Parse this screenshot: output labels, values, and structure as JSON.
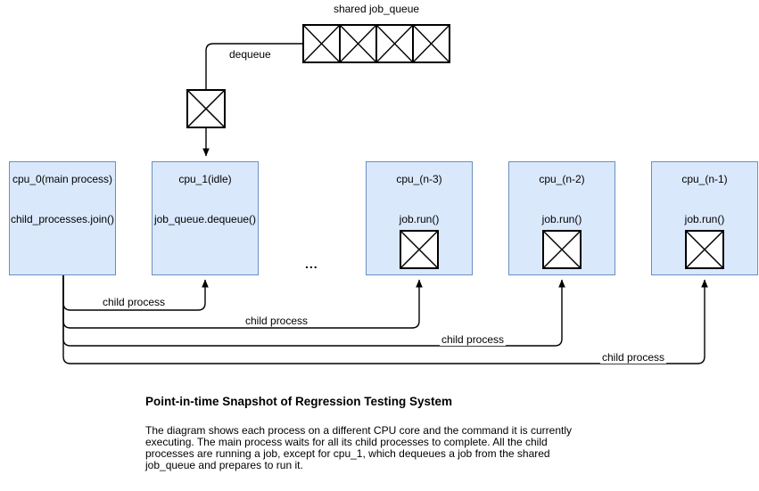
{
  "diagram": {
    "queue": {
      "label": "shared job_queue",
      "cell_count": 4
    },
    "dequeue_label": "dequeue",
    "ellipsis": "...",
    "cpus": [
      {
        "title": "cpu_0(main process)",
        "command": "child_processes.join()",
        "has_job_box": false
      },
      {
        "title": "cpu_1(idle)",
        "command": "job_queue.dequeue()",
        "has_job_box": false
      },
      {
        "title": "cpu_(n-3)",
        "command": "job.run()",
        "has_job_box": true
      },
      {
        "title": "cpu_(n-2)",
        "command": "job.run()",
        "has_job_box": true
      },
      {
        "title": "cpu_(n-1)",
        "command": "job.run()",
        "has_job_box": true
      }
    ],
    "connector_labels": [
      {
        "label": "child process"
      },
      {
        "label": "child process"
      },
      {
        "label": "child process"
      },
      {
        "label": "child process"
      }
    ],
    "colors": {
      "cpu_fill": "#dae8fc",
      "cpu_border": "#6c8ebf",
      "line": "#000000",
      "shape_fill": "#ffffff"
    }
  },
  "caption": {
    "title": "Point-in-time Snapshot of Regression Testing System",
    "body": "The diagram shows each process on a different CPU core and the command it is currently\nexecuting. The main process waits for all its child processes to complete. All the child\nprocesses are running a job, except for cpu_1, which dequeues a job from the shared\njob_queue and prepares to run it."
  }
}
